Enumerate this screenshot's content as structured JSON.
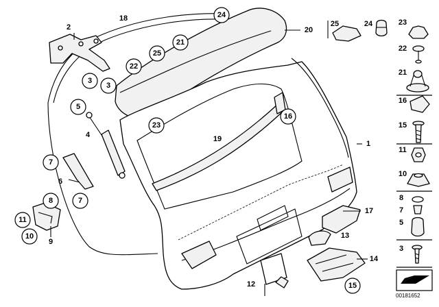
{
  "diagram_id": "00181652",
  "callouts": {
    "c1": "1",
    "c2": "2",
    "c3a": "3",
    "c3b": "3",
    "c4": "4",
    "c5": "5",
    "c6": "6",
    "c7a": "7",
    "c7b": "7",
    "c8": "8",
    "c9": "9",
    "c10": "10",
    "c11": "11",
    "c12": "12",
    "c13": "13",
    "c14": "14",
    "c15": "15",
    "c16": "16",
    "c17": "17",
    "c18": "18",
    "c19": "19",
    "c20": "20",
    "c21": "21",
    "c22": "22",
    "c23": "23",
    "c24": "24",
    "c25": "25"
  },
  "side_column": {
    "r25": "25",
    "r24": "24",
    "r23": "23",
    "r22": "22",
    "r21": "21",
    "r16": "16",
    "r15": "15",
    "r11": "11",
    "r10": "10",
    "r8": "8",
    "r7": "7",
    "r5": "5",
    "r3": "3"
  }
}
